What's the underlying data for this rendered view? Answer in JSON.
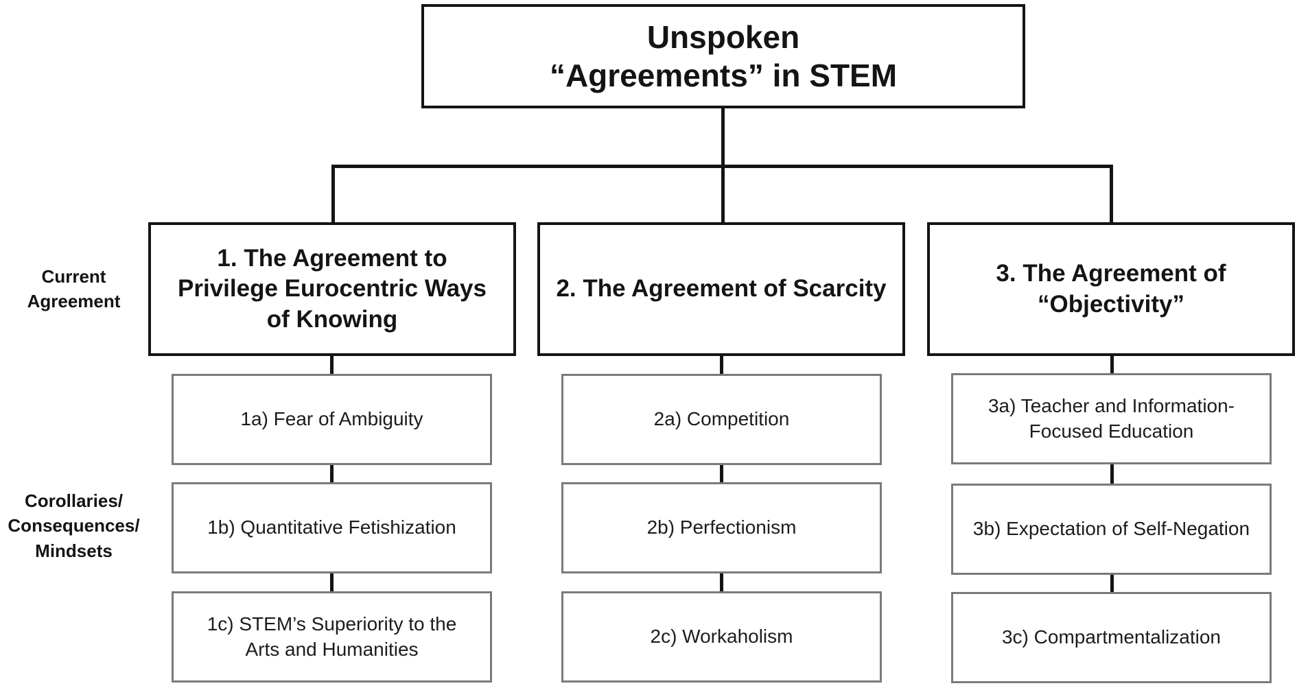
{
  "title": "Unspoken\n“Agreements” in STEM",
  "row_labels": {
    "current_agreement": "Current\nAgreement",
    "corollaries": "Corollaries/\nConsequences/\nMindsets"
  },
  "agreements": [
    {
      "title": "1. The Agreement to\nPrivilege Eurocentric Ways\nof Knowing",
      "corollaries": [
        "1a) Fear of Ambiguity",
        "1b) Quantitative Fetishization",
        "1c) STEM’s Superiority to the\nArts and Humanities"
      ]
    },
    {
      "title": "2. The Agreement of Scarcity",
      "corollaries": [
        "2a) Competition",
        "2b) Perfectionism",
        "2c) Workaholism"
      ]
    },
    {
      "title": "3. The Agreement of\n“Objectivity”",
      "corollaries": [
        "3a) Teacher and Information-\nFocused Education",
        "3b) Expectation of Self-Negation",
        "3c) Compartmentalization"
      ]
    }
  ]
}
